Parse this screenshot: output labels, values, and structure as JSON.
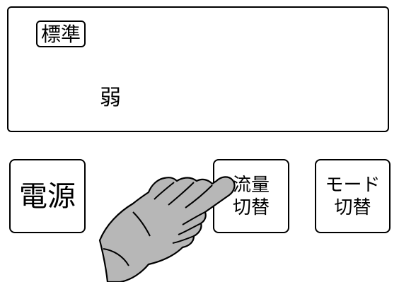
{
  "display": {
    "mode": "標準",
    "level": "弱"
  },
  "buttons": {
    "power": "電源",
    "flow_line1": "流量",
    "flow_line2": "切替",
    "mode_line1": "モード",
    "mode_line2": "切替"
  },
  "icons": {
    "pointer": "pointing-hand-icon"
  },
  "colors": {
    "hand_fill": "#b7b7b7",
    "outline": "#000000"
  }
}
